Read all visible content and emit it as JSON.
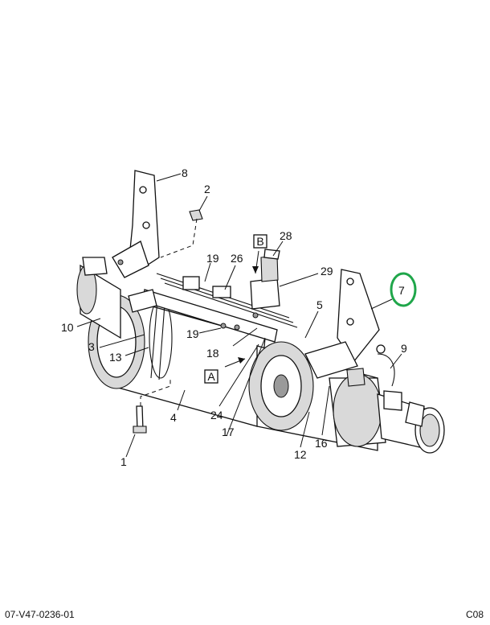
{
  "callouts": {
    "c1": "1",
    "c2": "2",
    "c3": "3",
    "c4": "4",
    "c5": "5",
    "c7": "7",
    "c8": "8",
    "c9": "9",
    "c10": "10",
    "c12": "12",
    "c13": "13",
    "c16": "16",
    "c17": "17",
    "c18": "18",
    "c19a": "19",
    "c19b": "19",
    "c24": "24",
    "c26": "26",
    "c28": "28",
    "c29": "29"
  },
  "views": {
    "a": "A",
    "b": "B"
  },
  "highlight_color": "#1fa64a",
  "footer": {
    "drawing_id": "07-V47-0236-01",
    "code": "C08"
  }
}
